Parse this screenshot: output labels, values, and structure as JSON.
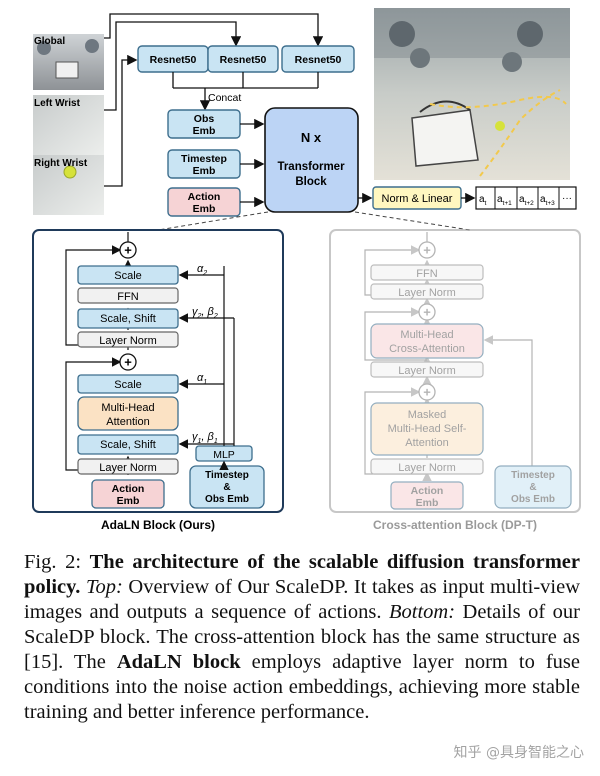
{
  "figure": {
    "views": [
      "Global",
      "Left Wrist",
      "Right Wrist"
    ],
    "resnet": [
      "Resnet50",
      "Resnet50",
      "Resnet50"
    ],
    "concat": "Concat",
    "obs_emb": [
      "Obs",
      "Emb"
    ],
    "timestep_emb": [
      "Timestep",
      "Emb"
    ],
    "action_emb": [
      "Action",
      "Emb"
    ],
    "transformer": {
      "line1": "N x",
      "line2": "Transformer",
      "line3": "Block"
    },
    "norm_linear": "Norm & Linear",
    "actions": {
      "a": "a",
      "subs": [
        "t",
        "t+1",
        "t+2",
        "t+3"
      ],
      "ellipsis": "···"
    },
    "adaln": {
      "title": "AdaLN Block (Ours)",
      "scale_top": "Scale",
      "ffn": "FFN",
      "scale_shift_top": "Scale, Shift",
      "layer_norm_top": "Layer Norm",
      "scale_bottom": "Scale",
      "mha": [
        "Multi-Head",
        "Attention"
      ],
      "scale_shift_bottom": "Scale, Shift",
      "layer_norm_bottom": "Layer Norm",
      "action_emb": [
        "Action",
        "Emb"
      ],
      "mlp": "MLP",
      "cond_emb": [
        "Timestep",
        "&",
        "Obs Emb"
      ],
      "sym_alpha2": "α",
      "sym_alpha2_sub": "2",
      "sym_gb2": "γ",
      "sym_gb2_sub": "2",
      "sym_beta2": "β",
      "sym_alpha1": "α",
      "sym_alpha1_sub": "1",
      "sym_gb1": "γ",
      "sym_gb1_sub": "1",
      "sym_beta1": "β"
    },
    "cross": {
      "title": "Cross-attention Block (DP-T)",
      "ffn": "FFN",
      "layer_norm_1": "Layer Norm",
      "mhca": [
        "Multi-Head",
        "Cross-Attention"
      ],
      "layer_norm_2": "Layer Norm",
      "masked": [
        "Masked",
        "Multi-Head Self-",
        "Attention"
      ],
      "layer_norm_3": "Layer Norm",
      "action_emb": [
        "Action",
        "Emb"
      ],
      "cond_emb": [
        "Timestep",
        "&",
        "Obs Emb"
      ]
    },
    "colors": {
      "blue_fill": "#c9e4f3",
      "blue_stroke": "#3d6e8d",
      "pink_fill": "#f6d3d5",
      "orange_fill": "#fbe2c4",
      "big_blue": "#bcd4f5",
      "gray_fill": "#f1f1f1",
      "norm_linear_fill": "#fff7c0",
      "adaln_border": "#1f3a5a"
    }
  },
  "caption": {
    "fig_label": "Fig. 2: ",
    "title": "The architecture of the scalable diffusion transformer policy.",
    "top_label": "Top:",
    "top_text": " Overview of Our ScaleDP. It takes as input multi-view images and outputs a sequence of actions. ",
    "bottom_label": "Bottom:",
    "bottom_text": " Details of our ScaleDP block. The cross-attention block has the same structure as [15]. The ",
    "adaln_bold": "AdaLN block",
    "end_text": " employs adaptive layer norm to fuse conditions into the noise action embeddings, achieving more stable training and better inference performance."
  },
  "watermark": "知乎 @具身智能之心"
}
